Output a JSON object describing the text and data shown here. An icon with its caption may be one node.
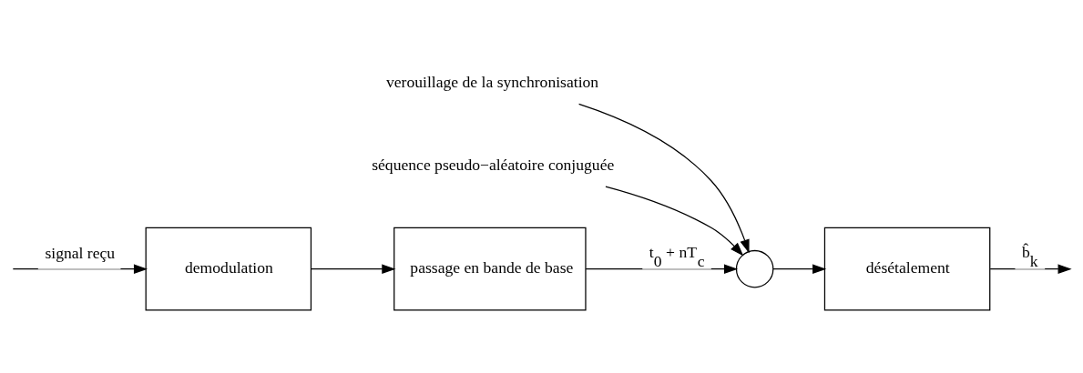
{
  "diagram": {
    "nodes": [
      {
        "text": [
          "demodulation"
        ]
      },
      {
        "text": [
          "passage en bande de base"
        ]
      },
      {
        "text": [
          "verouillage de la synchronisation"
        ]
      },
      {
        "text": [],
        "shape": "circle"
      },
      {
        "text": [
          "séquence pseudo−aléatoire conjuguée"
        ]
      },
      {
        "text": [
          "désétalement"
        ]
      }
    ],
    "edges": [
      {
        "from": null,
        "to": 0,
        "arrow": "to",
        "label": "signal reçu"
      },
      {
        "from": 0,
        "to": 1,
        "arrow": "to"
      },
      {
        "from": 1,
        "to": 3,
        "arrow": "to",
        "label": "t$_{0}$ + nT$_{c}$"
      },
      {
        "from": 2,
        "to": 3,
        "arrow": "to"
      },
      {
        "from": 4,
        "to": 3,
        "arrow": "to"
      },
      {
        "from": 3,
        "to": 5,
        "arrow": "to"
      },
      {
        "from": 5,
        "to": null,
        "arrow": "to",
        "label": "b̂$_{k}$"
      }
    ]
  }
}
